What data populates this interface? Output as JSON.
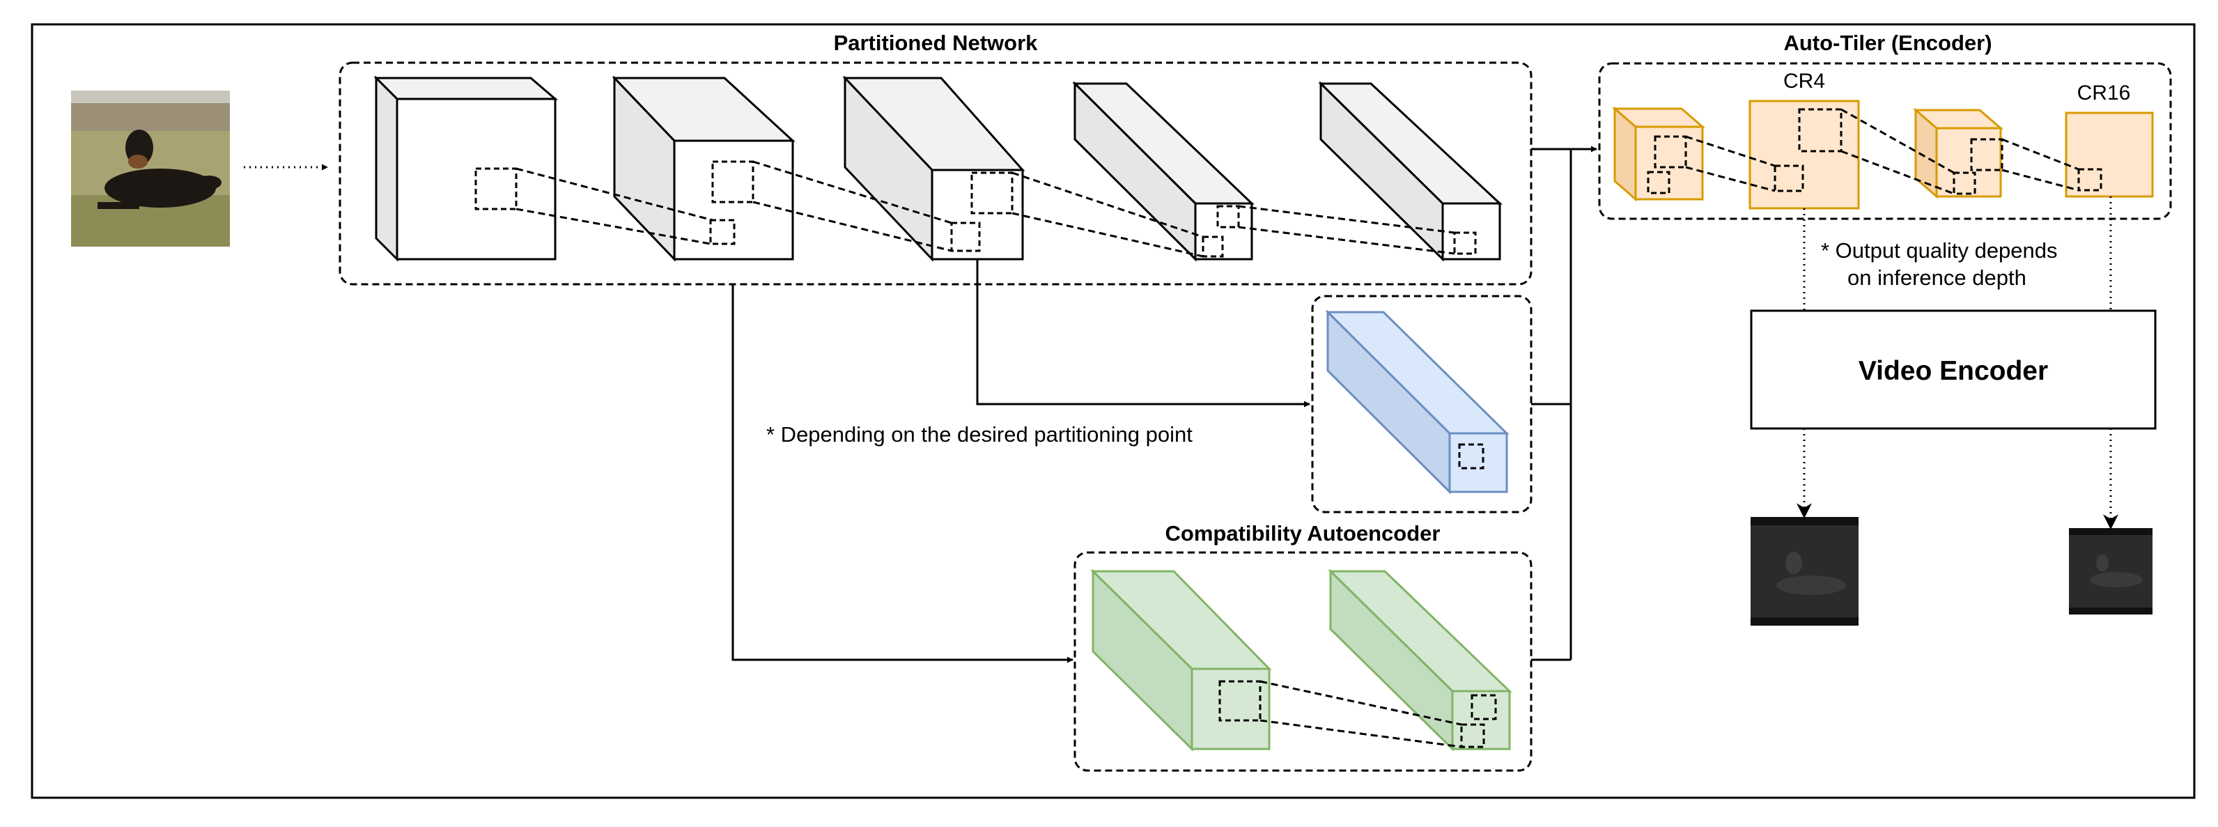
{
  "groups": {
    "partitioned_network": "Partitioned Network",
    "auto_tiler": "Auto-Tiler (Encoder)",
    "compat_autoencoder": "Compatibility Autoencoder"
  },
  "notes": {
    "partition_point": "* Depending on the desired partitioning point",
    "quality_line1": "* Output quality depends",
    "quality_line2": "on inference depth"
  },
  "tiler_labels": {
    "cr4": "CR4",
    "cr16": "CR16"
  },
  "encoder": {
    "label": "Video Encoder"
  },
  "colors": {
    "gray_face": "#ffffff",
    "gray_side": "#e6e6e6",
    "gray_top": "#f2f2f2",
    "gray_stroke": "#000000",
    "blue_face": "#dae8fc",
    "blue_side": "#c3d4ee",
    "blue_stroke": "#6c8ebf",
    "green_face": "#d5e8d4",
    "green_side": "#c2dcc0",
    "green_stroke": "#82b366",
    "orange_face": "#ffe6cc",
    "orange_side": "#f5d2a8",
    "orange_stroke": "#d79b00"
  }
}
